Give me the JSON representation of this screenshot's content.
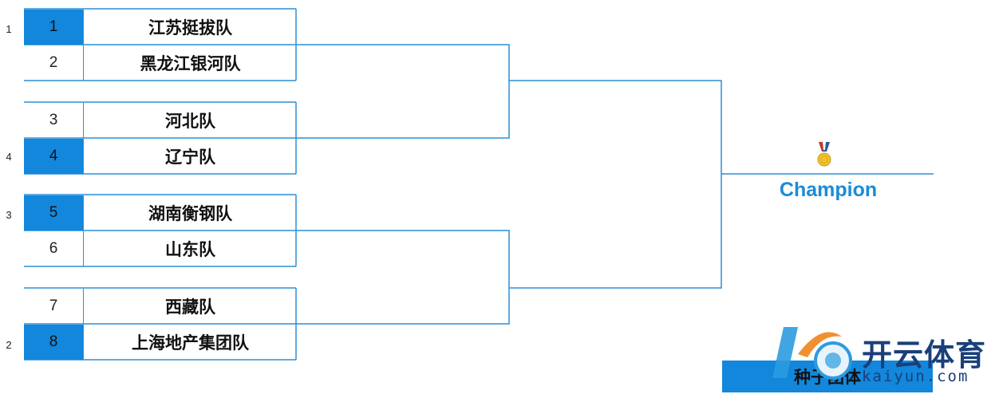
{
  "seeds": [
    "1",
    "4",
    "3",
    "2"
  ],
  "teams": [
    {
      "num": "1",
      "name": "江苏挺拔队"
    },
    {
      "num": "2",
      "name": "黑龙江银河队"
    },
    {
      "num": "3",
      "name": "河北队"
    },
    {
      "num": "4",
      "name": "辽宁队"
    },
    {
      "num": "5",
      "name": "湖南衡钢队"
    },
    {
      "num": "6",
      "name": "山东队"
    },
    {
      "num": "7",
      "name": "西藏队"
    },
    {
      "num": "8",
      "name": "上海地产集团队"
    }
  ],
  "champion_label": "Champion",
  "footer_label": "种子团体",
  "logo": {
    "text": "开云体育",
    "url": "kaiyun.com"
  },
  "colors": {
    "accent": "#1287dc",
    "line": "#2a8fd6",
    "champion": "#1b8bd8"
  }
}
